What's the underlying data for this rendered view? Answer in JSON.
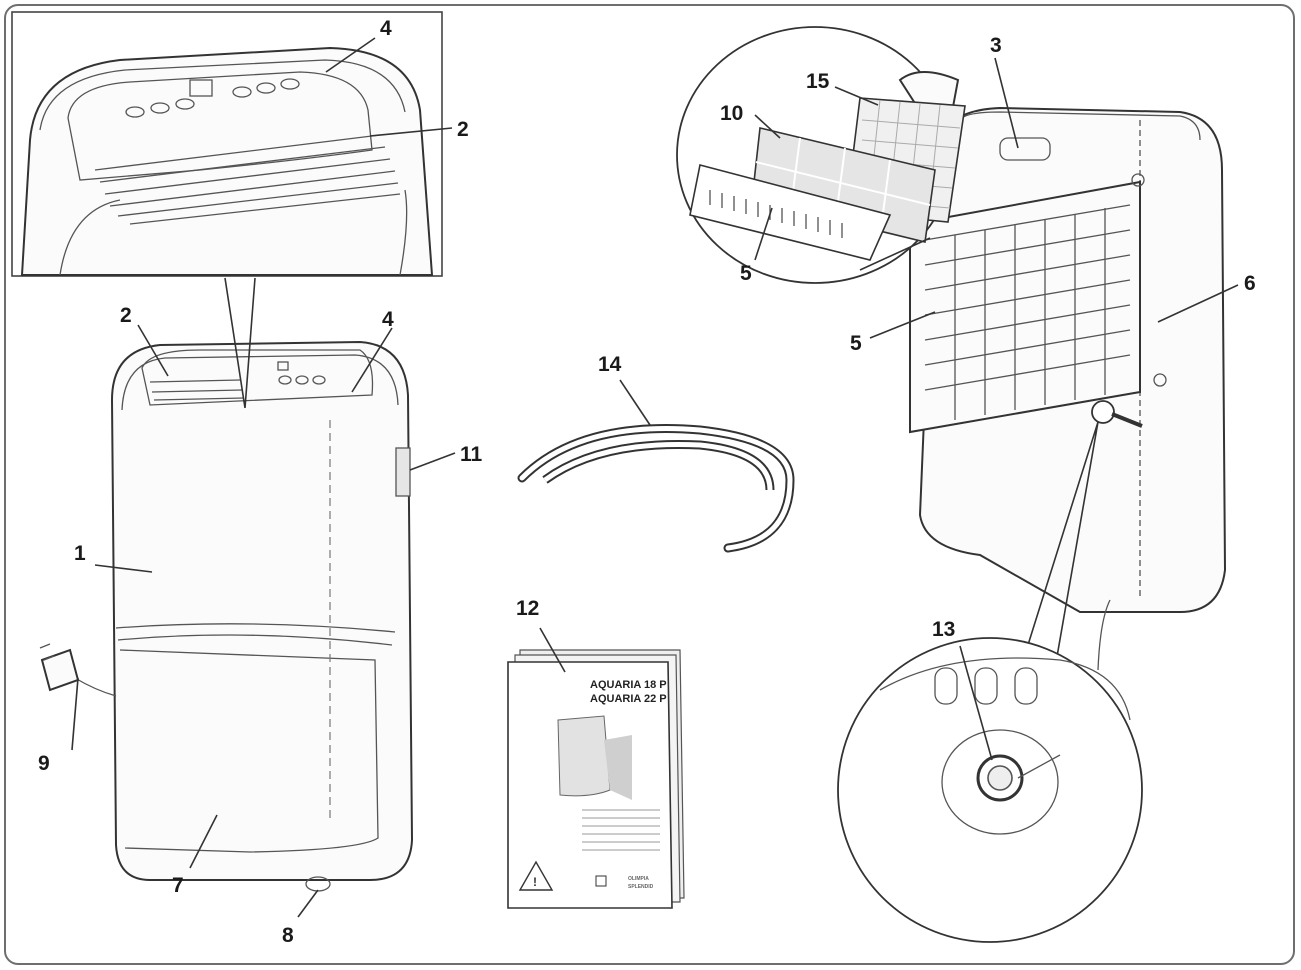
{
  "callouts": {
    "c1": "1",
    "c2a": "2",
    "c2b": "2",
    "c3": "3",
    "c4a": "4",
    "c4b": "4",
    "c5a": "5",
    "c5b": "5",
    "c6": "6",
    "c7": "7",
    "c8": "8",
    "c9": "9",
    "c10": "10",
    "c11": "11",
    "c12": "12",
    "c13": "13",
    "c14": "14",
    "c15": "15"
  },
  "manual": {
    "title_line1": "AQUARIA 18 P",
    "title_line2": "AQUARIA 22 P",
    "brand_line1": "OLIMPIA",
    "brand_line2": "SPLENDID"
  },
  "colors": {
    "line": "#333333",
    "frame": "#6e6e6e",
    "fill": "#fbfbfb"
  }
}
